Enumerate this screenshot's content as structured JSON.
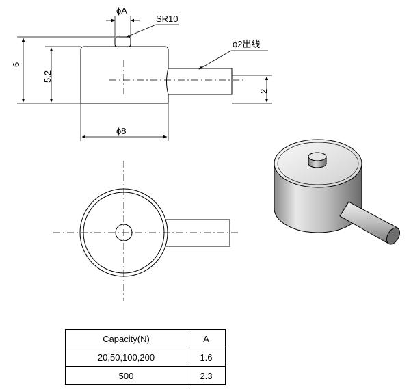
{
  "dimensions": {
    "pin_diameter": "ϕA",
    "pin_radius": "SR10",
    "cable_outlet": "ϕ2出线",
    "total_height": "6",
    "body_height": "5.2",
    "cable_offset": "2",
    "body_diameter": "ϕ8"
  },
  "table": {
    "headers": [
      "Capacity(N)",
      "A"
    ],
    "rows": [
      [
        "20,50,100,200",
        "1.6"
      ],
      [
        "500",
        "2.3"
      ]
    ]
  },
  "colors": {
    "line": "#000000",
    "body_light": "#f2f2f2",
    "body_dark": "#6e6e6e"
  }
}
